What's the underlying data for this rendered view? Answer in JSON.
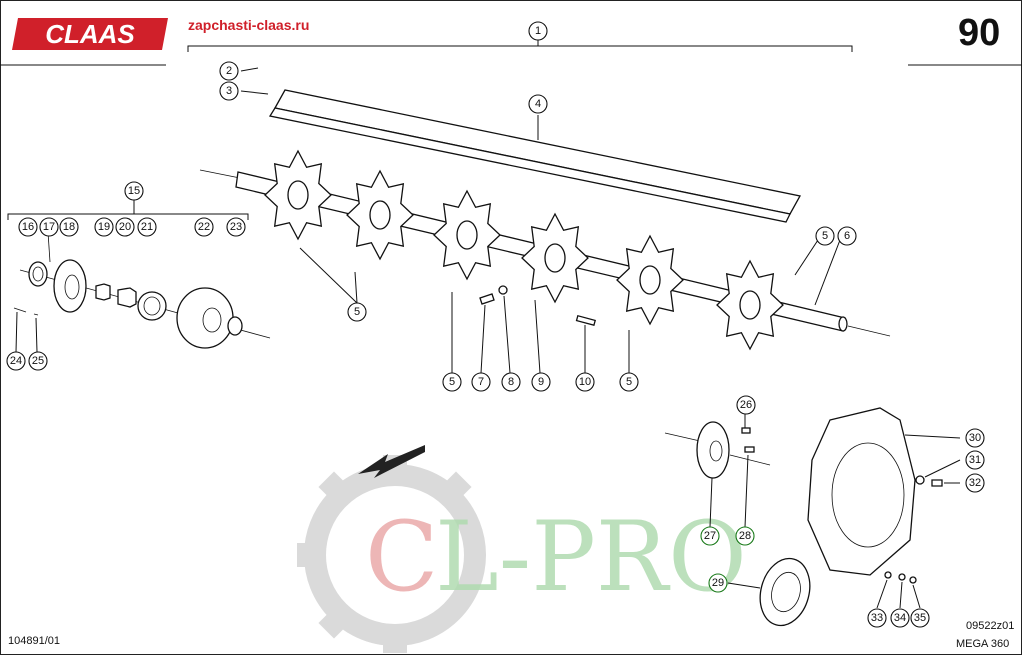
{
  "header": {
    "brand": "CLAAS",
    "site": "zapchasti-claas.ru",
    "page_number": "90"
  },
  "footer": {
    "doc_number": "104891/01",
    "figure_code": "09522z01",
    "model": "MEGA 360"
  },
  "watermark": {
    "text": "CL-PRO",
    "colors": {
      "c": "#e8a0a0",
      "l_pro": "#a8d8a8",
      "gear": "#cfcfcf"
    }
  },
  "colors": {
    "brand_red": "#d0202a",
    "line": "#111111",
    "green_callout": "#1a7a1a"
  },
  "callouts": {
    "c1": "1",
    "c2": "2",
    "c3": "3",
    "c4": "4",
    "c5a": "5",
    "c5b": "5",
    "c5c": "5",
    "c5d": "5",
    "c6": "6",
    "c7": "7",
    "c8": "8",
    "c9": "9",
    "c10": "10",
    "c15": "15",
    "c16": "16",
    "c17": "17",
    "c18": "18",
    "c19": "19",
    "c20": "20",
    "c21": "21",
    "c22": "22",
    "c23": "23",
    "c24": "24",
    "c25": "25",
    "c26": "26",
    "c27": "27",
    "c28": "28",
    "c29": "29",
    "c30": "30",
    "c31": "31",
    "c32": "32",
    "c33": "33",
    "c34": "34",
    "c35": "35"
  }
}
